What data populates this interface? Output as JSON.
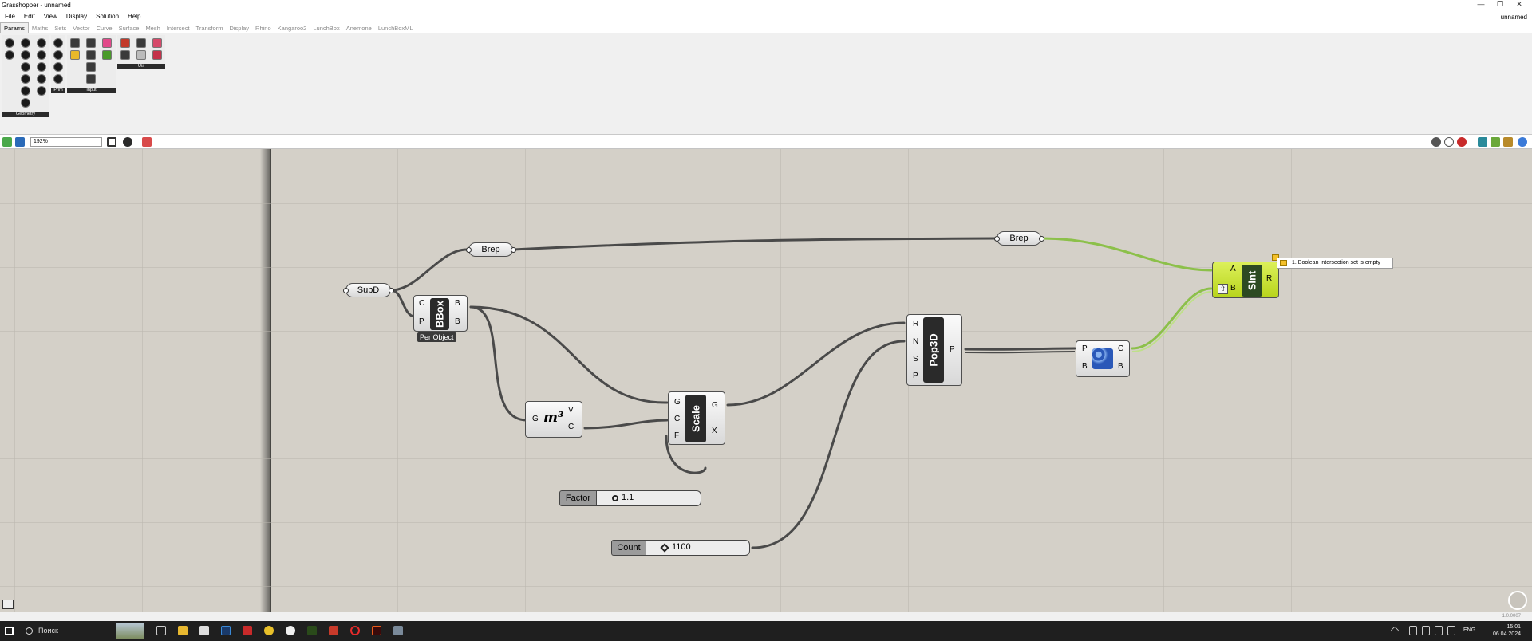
{
  "window": {
    "title": "Grasshopper - unnamed",
    "document": "unnamed",
    "minimize": "—",
    "maximize": "❐",
    "close": "✕"
  },
  "menu": [
    "File",
    "Edit",
    "View",
    "Display",
    "Solution",
    "Help"
  ],
  "tabs": [
    "Params",
    "Maths",
    "Sets",
    "Vector",
    "Curve",
    "Surface",
    "Mesh",
    "Intersect",
    "Transform",
    "Display",
    "Rhino",
    "Kangaroo2",
    "LunchBox",
    "Anemone",
    "LunchBoxML"
  ],
  "ribbon": {
    "groups": [
      "Geometry",
      "Prim",
      "Input",
      "Util"
    ]
  },
  "canvas_toolbar": {
    "zoom": "192%"
  },
  "components": {
    "subd": "SubD",
    "brep1": "Brep",
    "brep2": "Brep",
    "bbox": {
      "nick": "BBox",
      "in": [
        "C",
        "P"
      ],
      "out": [
        "B",
        "B"
      ],
      "tag": "Per Object"
    },
    "volume": {
      "in": [
        "G"
      ],
      "out": [
        "V",
        "C"
      ],
      "glyph": "m³"
    },
    "scale": {
      "nick": "Scale",
      "in": [
        "G",
        "C",
        "F"
      ],
      "out": [
        "G",
        "X"
      ]
    },
    "pop3d": {
      "nick": "Pop3D",
      "in": [
        "R",
        "N",
        "S",
        "P"
      ],
      "out": [
        "P"
      ]
    },
    "cull": {
      "in": [
        "P",
        "B"
      ],
      "out": [
        "C",
        "B"
      ]
    },
    "sint": {
      "nick": "SInt",
      "in": [
        "A",
        "B"
      ],
      "out": [
        "R"
      ]
    }
  },
  "sliders": {
    "factor": {
      "label": "Factor",
      "value": "1.1"
    },
    "count": {
      "label": "Count",
      "value": "1100"
    }
  },
  "tooltip": "1. Boolean Intersection set is empty",
  "status": {
    "right": "1.0.0007"
  },
  "taskbar": {
    "search": "Поиск",
    "lang": "ENG",
    "time": "15:01",
    "date": "06.04.2024"
  },
  "colors": {
    "canvas": "#d4d0c8",
    "wire": "#4a4a4a",
    "wire_green": "#8cc04a",
    "sint_body": "#c6e02a"
  }
}
